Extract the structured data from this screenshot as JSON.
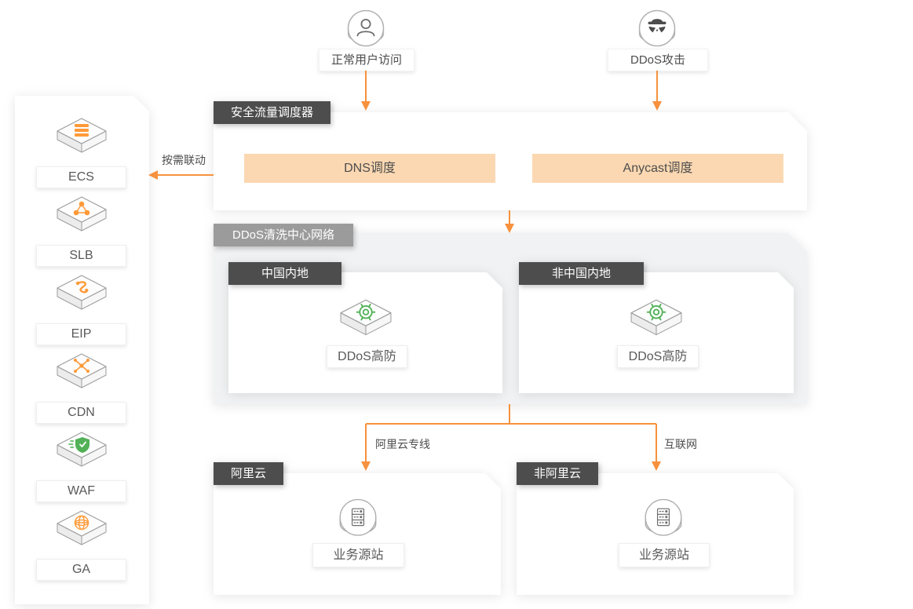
{
  "colors": {
    "accent_orange": "#f7913d",
    "bar_fill": "#fbd8b2",
    "tag_dark": "#4d4d4d",
    "tag_gray": "#9b9b9b",
    "container_bg": "#f1f2f3",
    "icon_orange": "#ff9a38",
    "icon_green": "#52b158",
    "text_primary": "#4d4d4d",
    "label_text": "#595959"
  },
  "sources": {
    "user": {
      "label": "正常用户访问",
      "icon": "user-icon"
    },
    "attacker": {
      "label": "DDoS攻击",
      "icon": "hacker-icon"
    }
  },
  "sidebar": {
    "items": [
      {
        "label": "ECS",
        "icon": "ecs-server-icon"
      },
      {
        "label": "SLB",
        "icon": "slb-load-balancer-icon"
      },
      {
        "label": "EIP",
        "icon": "eip-icon"
      },
      {
        "label": "CDN",
        "icon": "cdn-icon"
      },
      {
        "label": "WAF",
        "icon": "waf-shield-icon"
      },
      {
        "label": "GA",
        "icon": "ga-globe-icon"
      }
    ]
  },
  "linkage": {
    "label": "按需联动"
  },
  "scheduler": {
    "tag": "安全流量调度器",
    "modes": [
      {
        "label": "DNS调度"
      },
      {
        "label": "Anycast调度"
      }
    ]
  },
  "cleaning_center": {
    "tag": "DDoS清洗中心网络",
    "zones": [
      {
        "tag": "中国内地",
        "node_label": "DDoS高防",
        "icon": "anti-ddos-gear-icon"
      },
      {
        "tag": "非中国内地",
        "node_label": "DDoS高防",
        "icon": "anti-ddos-gear-icon"
      }
    ]
  },
  "routes": [
    {
      "label": "阿里云专线"
    },
    {
      "label": "互联网"
    }
  ],
  "origins": [
    {
      "tag": "阿里云",
      "node_label": "业务源站",
      "icon": "origin-server-icon"
    },
    {
      "tag": "非阿里云",
      "node_label": "业务源站",
      "icon": "origin-server-icon"
    }
  ]
}
